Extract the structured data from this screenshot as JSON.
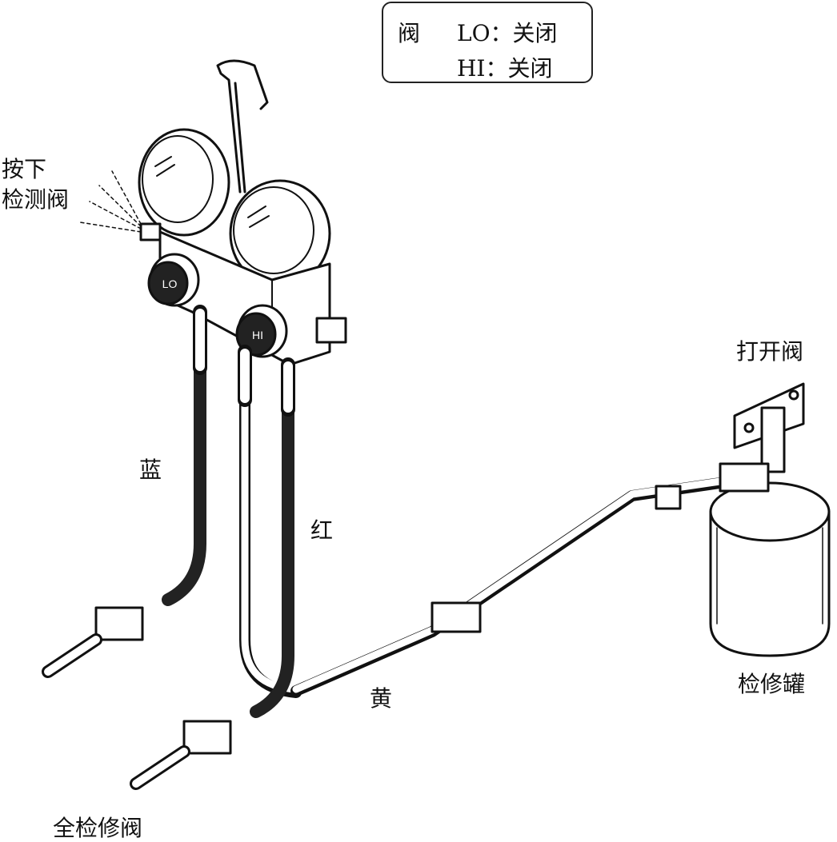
{
  "valve_status": {
    "title": "阀",
    "lo": "LO：关闭",
    "hi": "HI：关闭"
  },
  "labels": {
    "press_check_valve": [
      "按下",
      "检测阀"
    ],
    "blue": "蓝",
    "red": "红",
    "yellow": "黄",
    "open_valve": "打开阀",
    "service_can": "检修罐",
    "all_service_valve": "全检修阀"
  },
  "gauge_knobs": {
    "lo": "LO",
    "hi": "HI"
  }
}
